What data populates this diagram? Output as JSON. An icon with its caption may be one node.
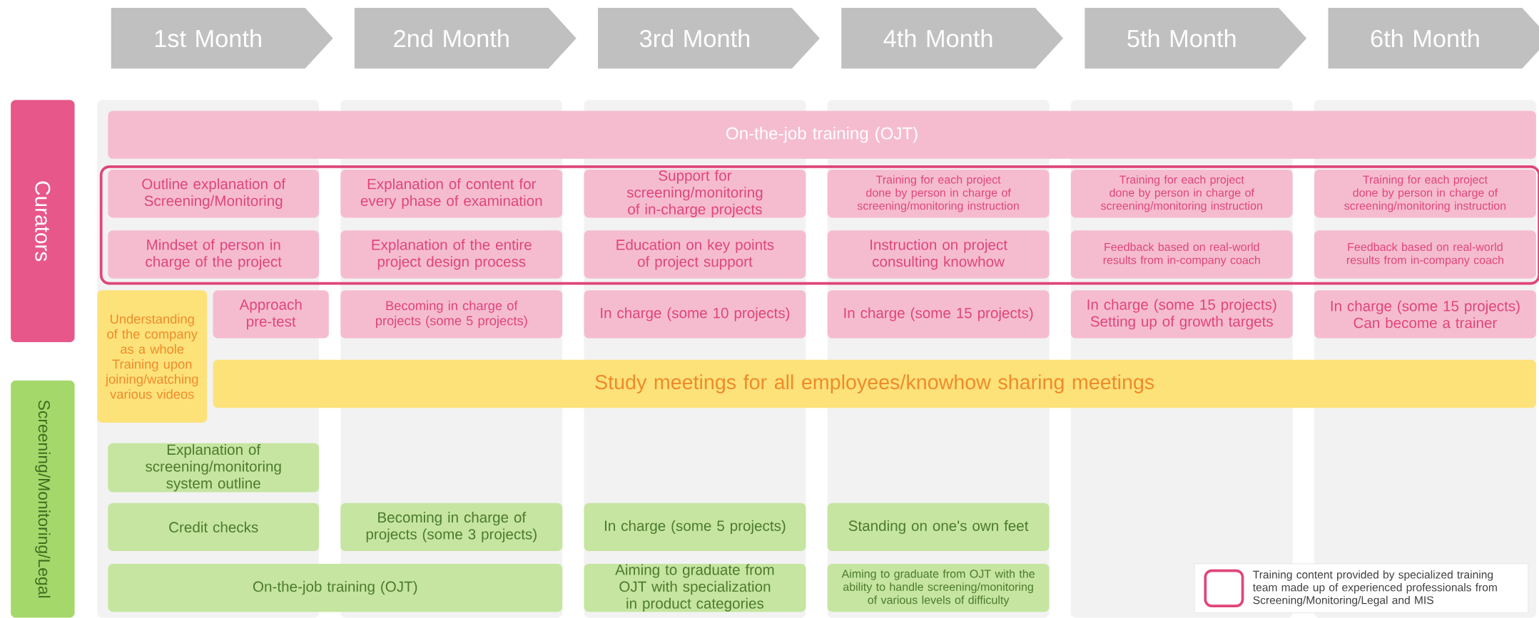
{
  "diagram": {
    "nodes": [
      {
        "text": [
          "1st Month"
        ]
      },
      {
        "text": [
          "2nd Month"
        ]
      },
      {
        "text": [
          "3rd Month"
        ]
      },
      {
        "text": [
          "4th Month"
        ]
      },
      {
        "text": [
          "5th Month"
        ]
      },
      {
        "text": [
          "6th Month"
        ]
      },
      {
        "text": [
          "Curators"
        ]
      },
      {
        "text": [
          "Screening/Monitoring/Legal"
        ]
      },
      {
        "text": [
          "On-the-job training (OJT)"
        ]
      },
      {
        "text": [],
        "shape": "box"
      },
      {
        "text": [
          "Outline explanation of Screening/Monitoring"
        ],
        "in": 9
      },
      {
        "text": [
          "Explanation of content for every phase of examination"
        ],
        "in": 9
      },
      {
        "text": [
          "Support for screening/monitoring of in-charge projects"
        ],
        "in": 9
      },
      {
        "text": [
          "Training for each project done by person in charge of screening/monitoring instruction"
        ],
        "in": 9
      },
      {
        "text": [
          "Training for each project done by person in charge of screening/monitoring instruction"
        ],
        "in": 9
      },
      {
        "text": [
          "Training for each project done by person in charge of screening/monitoring instruction"
        ],
        "in": 9
      },
      {
        "text": [
          "Mindset of person in charge of the project"
        ],
        "in": 9
      },
      {
        "text": [
          "Explanation of the entire project design process"
        ],
        "in": 9
      },
      {
        "text": [
          "Education on key points of project support"
        ],
        "in": 9
      },
      {
        "text": [
          "Instruction on project consulting knowhow"
        ],
        "in": 9
      },
      {
        "text": [
          "Feedback based on real-world results from in-company coach"
        ],
        "in": 9
      },
      {
        "text": [
          "Feedback based on real-world results from in-company coach"
        ],
        "in": 9
      },
      {
        "text": [
          "Understanding of the company as a whole",
          "Training upon joining/watching various videos"
        ]
      },
      {
        "text": [
          "Approach pre-test"
        ]
      },
      {
        "text": [
          "Becoming in charge of projects (some 5 projects)"
        ]
      },
      {
        "text": [
          "In charge (some 10 projects)"
        ]
      },
      {
        "text": [
          "In charge (some 15 projects)"
        ]
      },
      {
        "text": [
          "In charge (some 15 projects) Setting up of growth targets"
        ]
      },
      {
        "text": [
          "In charge (some 15 projects) Can become a trainer"
        ]
      },
      {
        "text": [
          "Study meetings for all employees/knowhow sharing meetings"
        ]
      },
      {
        "text": [
          "Explanation of screening/monitoring system outline"
        ]
      },
      {
        "text": [
          "Credit checks"
        ]
      },
      {
        "text": [
          "Becoming in charge of projects (some 3 projects)"
        ]
      },
      {
        "text": [
          "In charge (some 5 projects)"
        ]
      },
      {
        "text": [
          "Standing on one's own feet"
        ]
      },
      {
        "text": [
          "On-the-job training (OJT)"
        ]
      },
      {
        "text": [
          "Aiming to graduate from OJT with specialization in product categories"
        ]
      },
      {
        "text": [
          "Aiming to graduate from OJT with the ability to handle screening/monitoring of various levels of difficulty"
        ]
      }
    ],
    "legend": [
      {
        "text": "Training content provided by specialized training team made up of experienced professionals from Screening/Monitoring/Legal and MIS"
      }
    ]
  }
}
